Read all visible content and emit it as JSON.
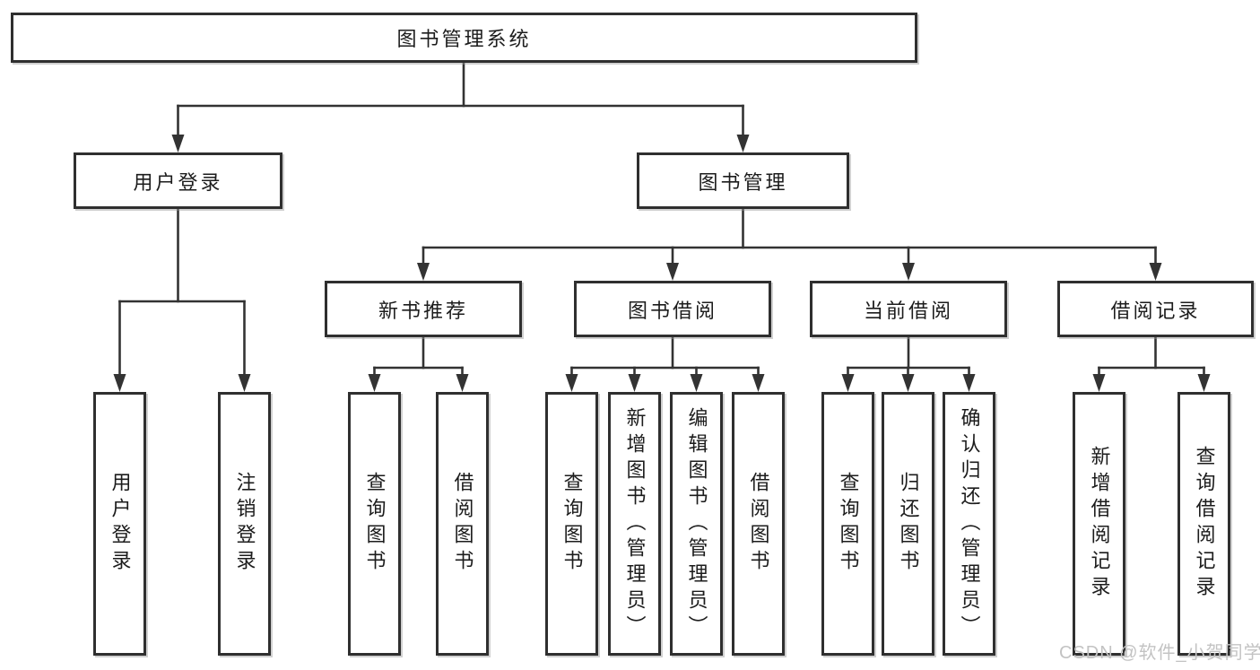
{
  "diagram_title": "图书管理系统",
  "tree": {
    "label": "图书管理系统",
    "children": [
      {
        "label": "用户登录",
        "children": [
          {
            "label": "用户登录"
          },
          {
            "label": "注销登录"
          }
        ]
      },
      {
        "label": "图书管理",
        "children": [
          {
            "label": "新书推荐",
            "children": [
              {
                "label": "查询图书"
              },
              {
                "label": "借阅图书"
              }
            ]
          },
          {
            "label": "图书借阅",
            "children": [
              {
                "label": "查询图书"
              },
              {
                "label": "新增图书（管理员）"
              },
              {
                "label": "编辑图书（管理员）"
              },
              {
                "label": "借阅图书"
              }
            ]
          },
          {
            "label": "当前借阅",
            "children": [
              {
                "label": "查询图书"
              },
              {
                "label": "归还图书"
              },
              {
                "label": "确认归还（管理员）"
              }
            ]
          },
          {
            "label": "借阅记录",
            "children": [
              {
                "label": "新增借阅记录"
              },
              {
                "label": "查询借阅记录"
              }
            ]
          }
        ]
      }
    ]
  },
  "watermark": "CSDN @软件_小贺同学",
  "colors": {
    "line": "#333333",
    "box_border": "#2f2f2f",
    "text": "#1c1c1c",
    "watermark": "#c3c3c3",
    "background": "#ffffff"
  }
}
